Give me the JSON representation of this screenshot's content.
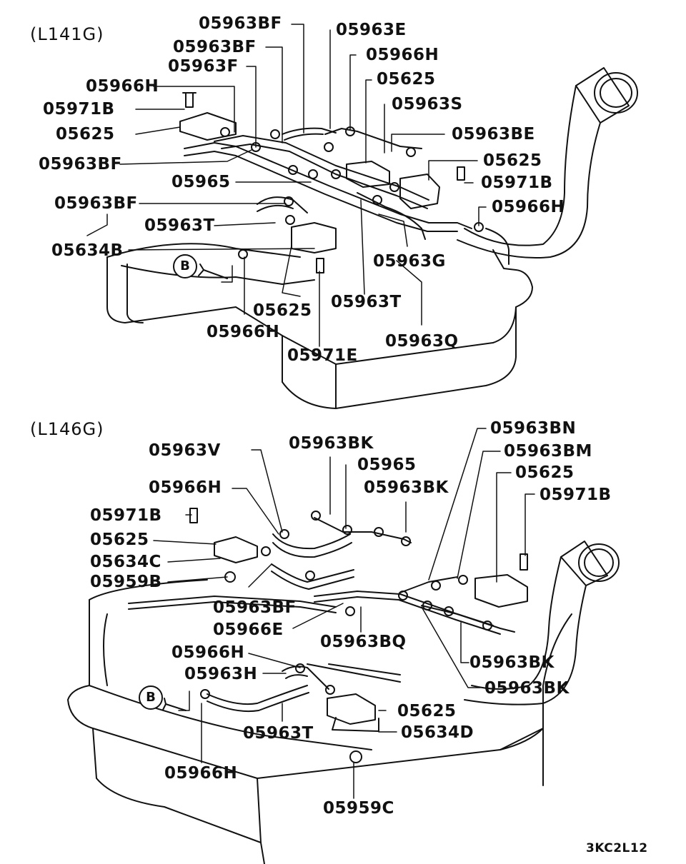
{
  "header_top": "(L141G)",
  "header_bottom": "(L146G)",
  "figure_code": "3KC2L12",
  "ref_marker": "B",
  "top": {
    "l1": "05963BF",
    "l2": "05963E",
    "l3": "05963BF",
    "l4": "05966H",
    "l5": "05963F",
    "l6": "05625",
    "l7": "05966H",
    "l8": "05963S",
    "l9": "05971B",
    "l10": "05625",
    "l11": "05963BE",
    "l12": "05963BF",
    "l13": "05625",
    "l14": "05965",
    "l15": "05971B",
    "l16": "05963BF",
    "l17": "05966H",
    "l18": "05963T",
    "l19": "05634B",
    "l20": "05963G",
    "l21": "05963T",
    "l22": "05625",
    "l23": "05966H",
    "l24": "05963Q",
    "l25": "05971E"
  },
  "bottom": {
    "l1": "05963BN",
    "l2": "05963V",
    "l3": "05963BK",
    "l4": "05963BM",
    "l5": "05965",
    "l6": "05625",
    "l7": "05966H",
    "l8": "05963BK",
    "l9": "05971B",
    "l10": "05971B",
    "l11": "05625",
    "l12": "05634C",
    "l13": "05959B",
    "l14": "05963BF",
    "l15": "05966E",
    "l16": "05963BQ",
    "l17": "05966H",
    "l18": "05963BK",
    "l19": "05963H",
    "l20": "05963BK",
    "l21": "05625",
    "l22": "05634D",
    "l23": "05963T",
    "l24": "05966H",
    "l25": "05959C"
  }
}
